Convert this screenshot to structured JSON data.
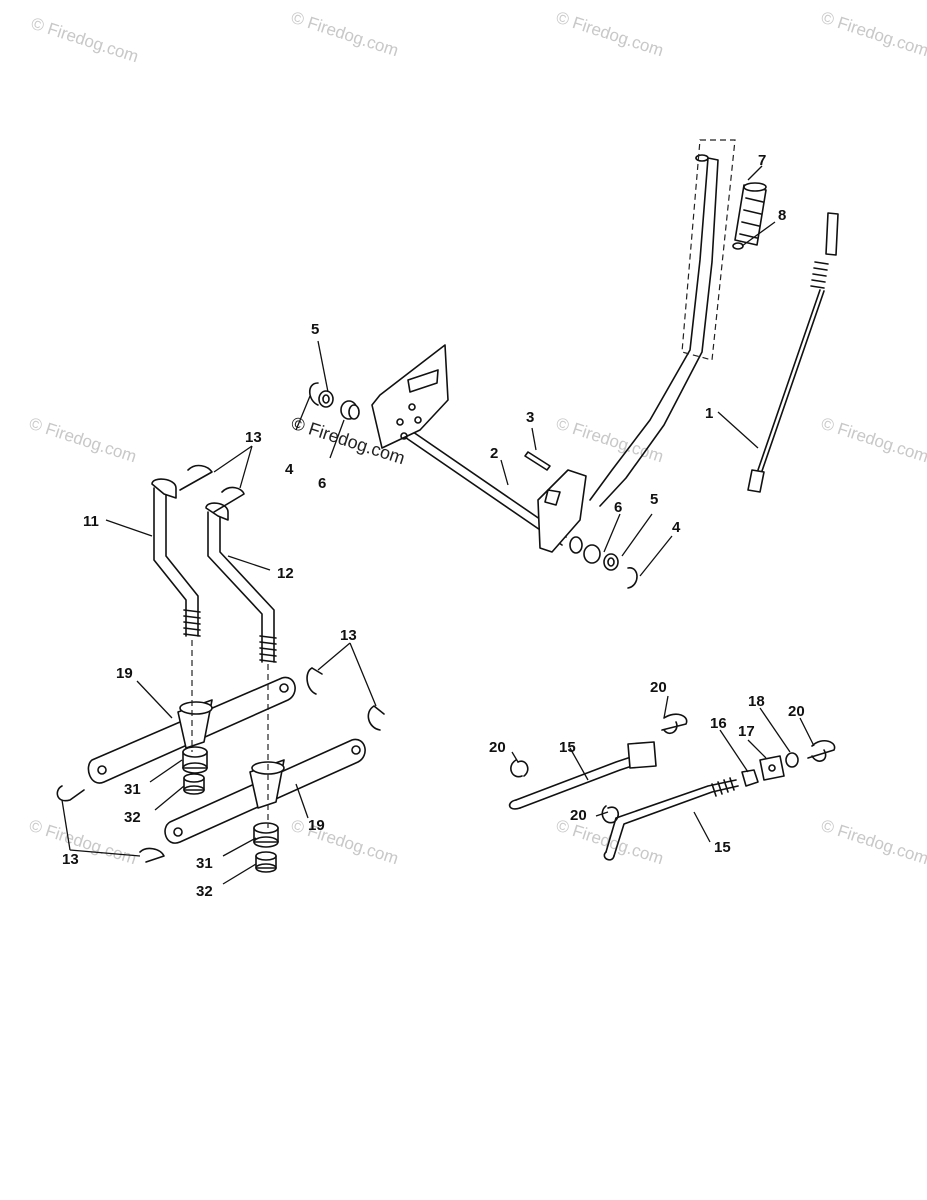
{
  "watermark": {
    "text": "© Firedog.com",
    "center_text": "© Firedog.com"
  },
  "callouts": {
    "c1": "1",
    "c2": "2",
    "c3": "3",
    "c4a": "4",
    "c4b": "4",
    "c5a": "5",
    "c5b": "5",
    "c6a": "6",
    "c6b": "6",
    "c7": "7",
    "c8": "8",
    "c11": "11",
    "c12": "12",
    "c13a": "13",
    "c13b": "13",
    "c13c": "13",
    "c15a": "15",
    "c15b": "15",
    "c16": "16",
    "c17": "17",
    "c18": "18",
    "c19a": "19",
    "c19b": "19",
    "c20a": "20",
    "c20b": "20",
    "c20c": "20",
    "c20d": "20",
    "c31a": "31",
    "c31b": "31",
    "c32a": "32",
    "c32b": "32"
  }
}
